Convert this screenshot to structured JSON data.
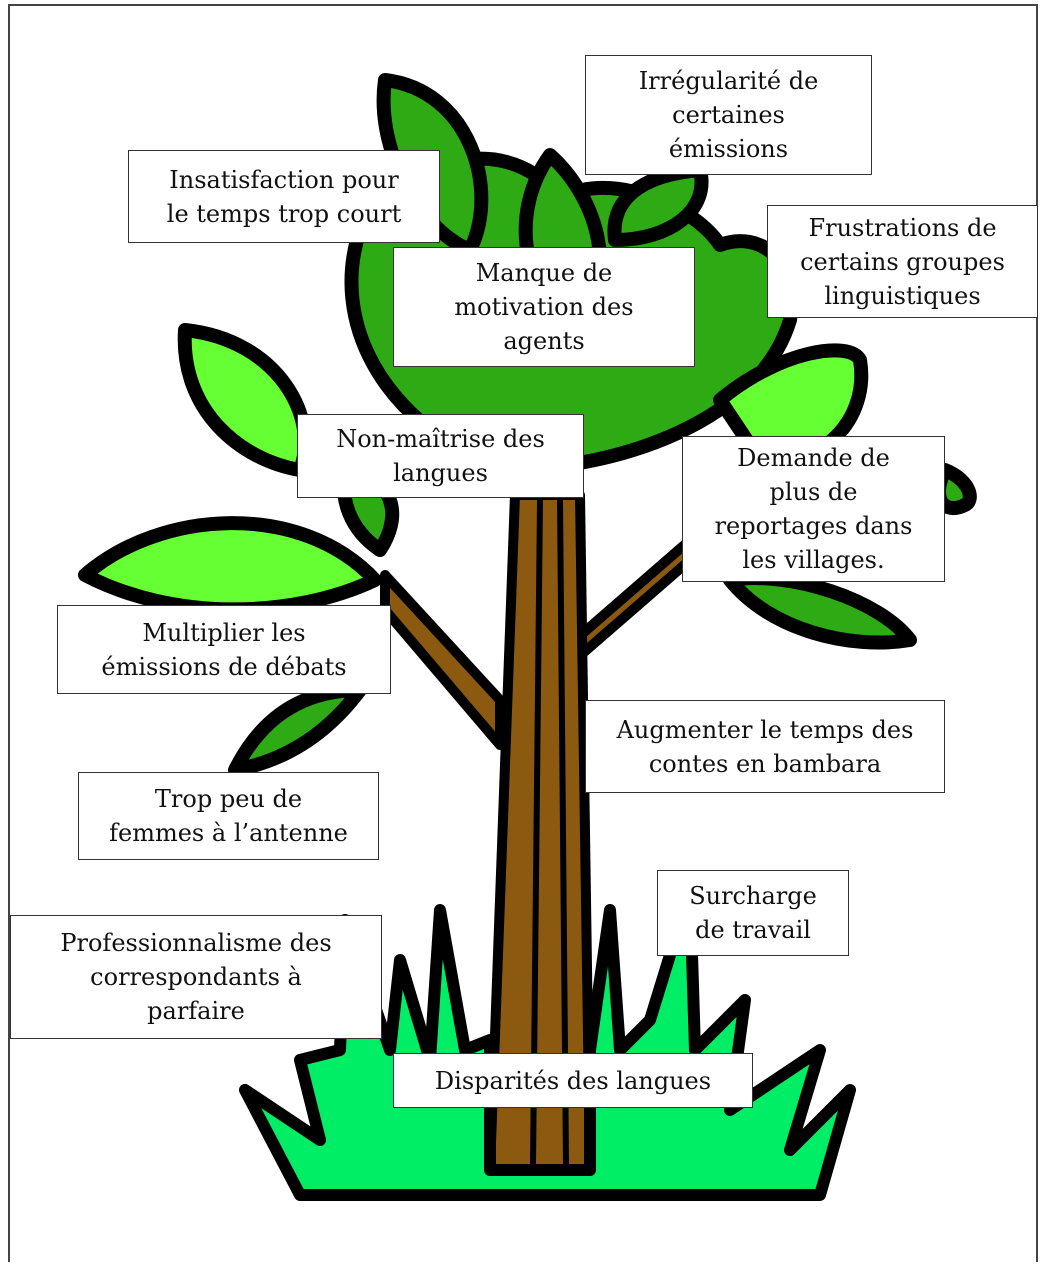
{
  "colors": {
    "leaf_bright": "#66ff33",
    "leaf_dark": "#22aa11",
    "grass": "#00ee66",
    "trunk": "#8b5a10",
    "outline": "#000000"
  },
  "labels": {
    "irregularite": "Irrégularité de\ncertaines\némissions",
    "insatisfaction": "Insatisfaction pour\nle temps trop court",
    "frustrations": "Frustrations de\ncertains groupes\nlinguistiques",
    "manque_motivation": "Manque de\nmotivation des\nagents",
    "non_maitrise": "Non-maîtrise des\nlangues",
    "demande_reportages": "Demande de\nplus de\nreportages dans\nles villages.",
    "multiplier_debats": "Multiplier les\némissions de débats",
    "augmenter_contes": "Augmenter le temps des\ncontes en bambara",
    "trop_peu_femmes": "Trop peu de\nfemmes à l’antenne",
    "surcharge": "Surcharge\nde travail",
    "professionnalisme": "Professionnalisme des\ncorrespondants à\nparfaire",
    "disparites": "Disparités des langues"
  }
}
